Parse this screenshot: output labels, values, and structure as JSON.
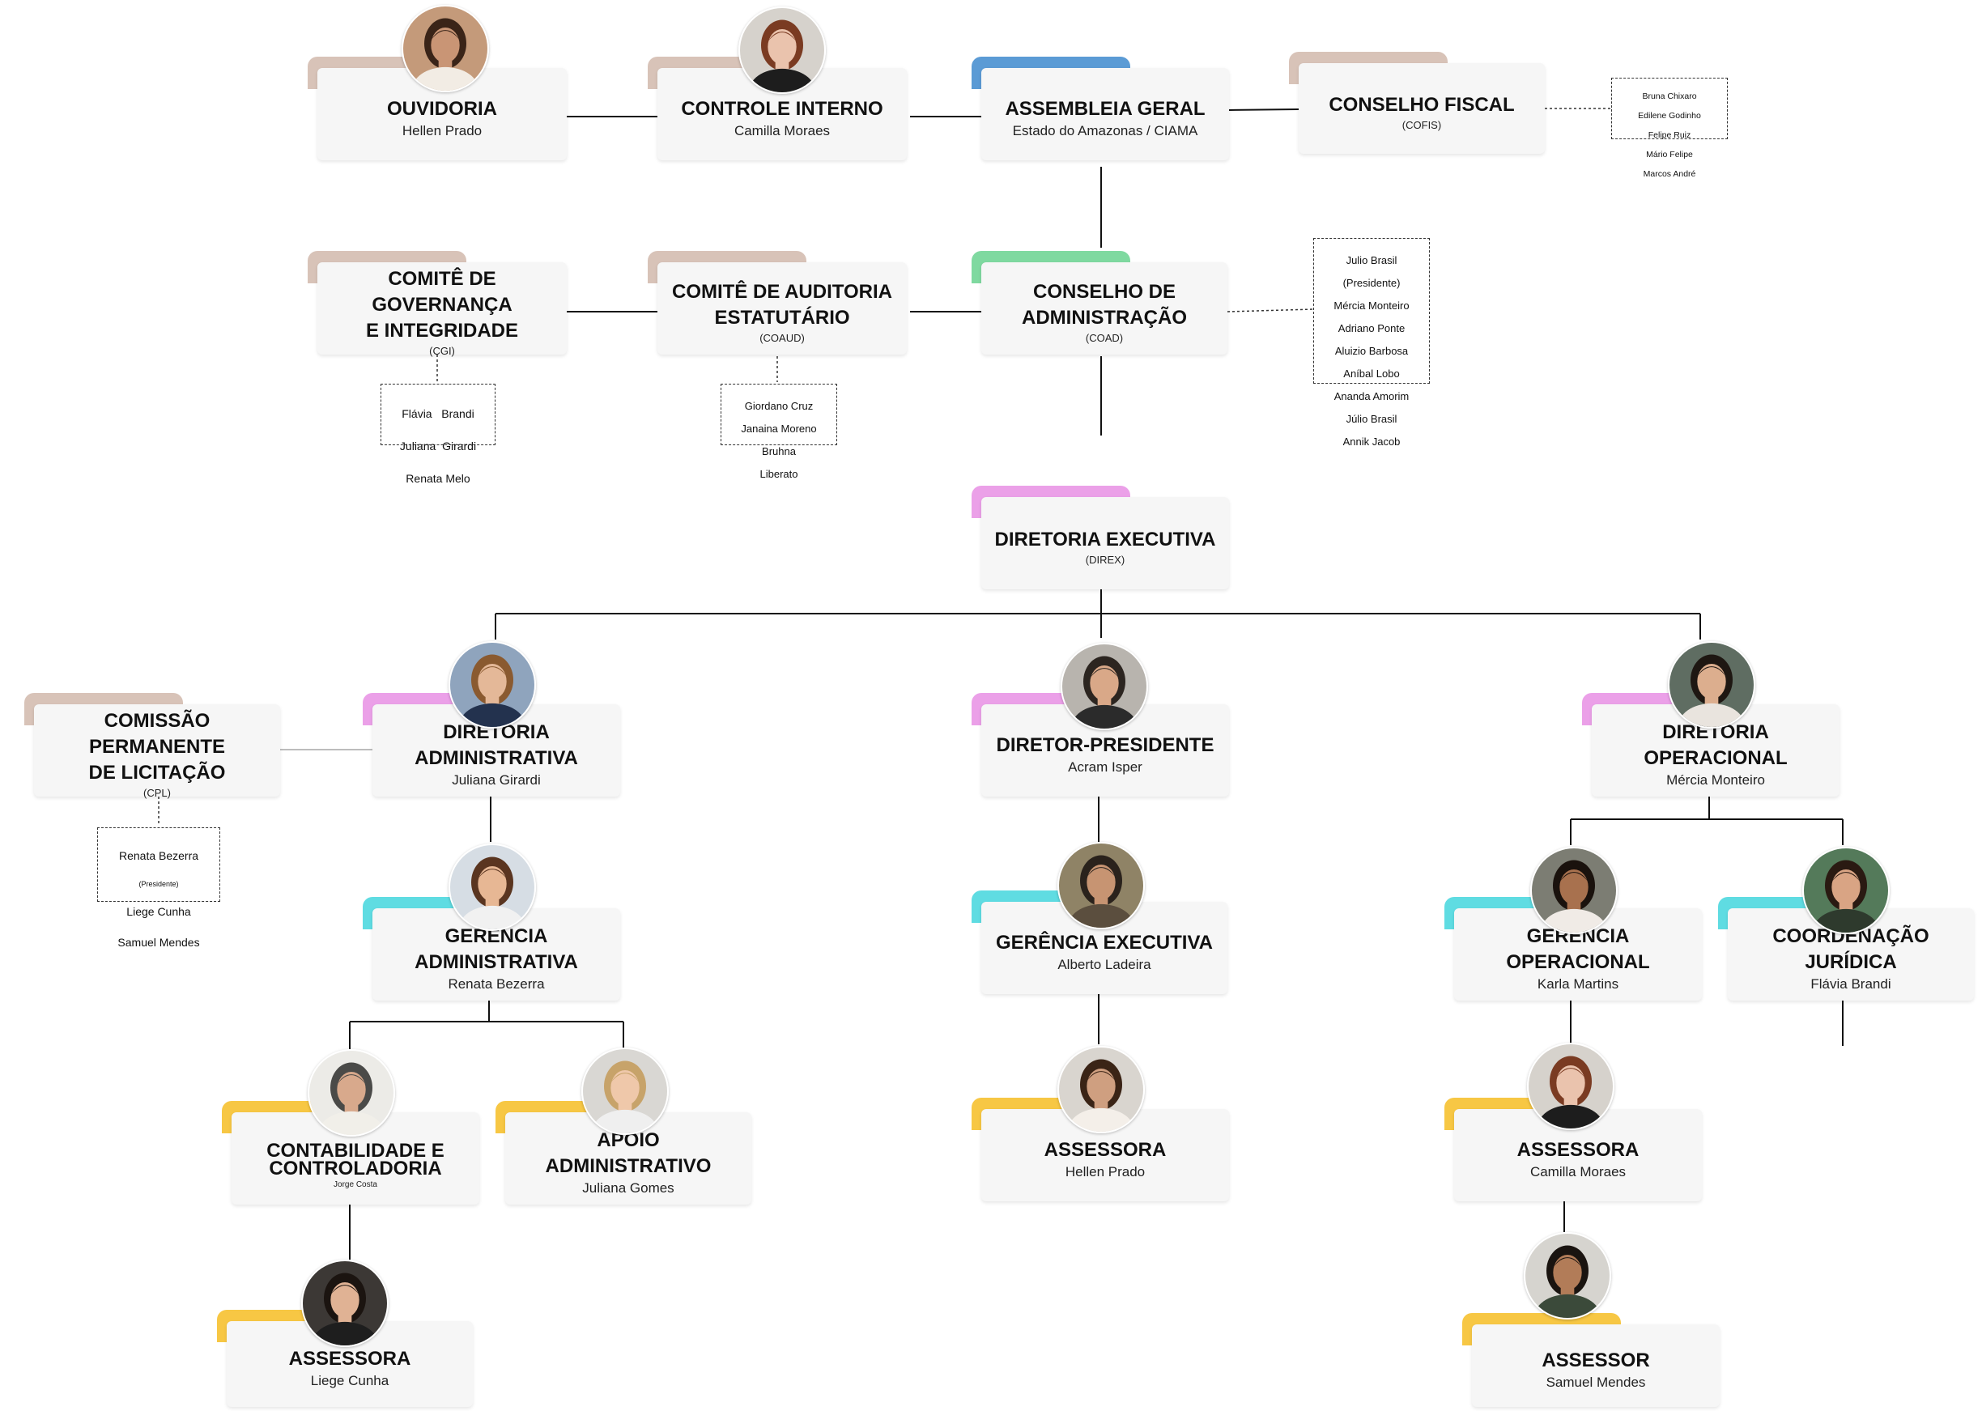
{
  "colors": {
    "taupe": "#d8c3b8",
    "blue": "#5b9bd5",
    "green": "#7fd9a0",
    "pink": "#eba0e8",
    "cyan": "#5fdce2",
    "yellow": "#f7c744",
    "line": "#111111"
  },
  "nodes": {
    "ouvidoria": {
      "title": "OUVIDORIA",
      "subtitle": "Hellen Prado"
    },
    "controle_interno": {
      "title": "CONTROLE INTERNO",
      "subtitle": "Camilla Moraes"
    },
    "assembleia_geral": {
      "title": "ASSEMBLEIA GERAL",
      "subtitle": "Estado do Amazonas / CIAMA"
    },
    "conselho_fiscal": {
      "title": "CONSELHO FISCAL",
      "subtitle": "(COFIS)"
    },
    "cgi": {
      "title": "COMITÊ DE GOVERNANÇA\nE INTEGRIDADE",
      "subtitle": "(CGI)"
    },
    "coaud": {
      "title": "COMITÊ DE AUDITORIA\nESTATUTÁRIO",
      "subtitle": "(COAUD)"
    },
    "coad": {
      "title": "CONSELHO DE\nADMINISTRAÇÃO",
      "subtitle": "(COAD)"
    },
    "direx": {
      "title": "DIRETORIA EXECUTIVA",
      "subtitle": "(DIREX)"
    },
    "cpl": {
      "title": "COMISSÃO PERMANENTE\nDE LICITAÇÃO",
      "subtitle": "(CPL)"
    },
    "dir_adm": {
      "title": "DIRETORIA\nADMINISTRATIVA",
      "subtitle": "Juliana Girardi"
    },
    "dir_pres": {
      "title": "DIRETOR-PRESIDENTE",
      "subtitle": "Acram Isper"
    },
    "dir_op": {
      "title": "DIRETORIA\nOPERACIONAL",
      "subtitle": "Mércia Monteiro"
    },
    "ger_adm": {
      "title": "GERÊNCIA\nADMINISTRATIVA",
      "subtitle": "Renata Bezerra"
    },
    "ger_exec": {
      "title": "GERÊNCIA EXECUTIVA",
      "subtitle": "Alberto Ladeira"
    },
    "ger_op": {
      "title": "GERÊNCIA\nOPERACIONAL",
      "subtitle": "Karla Martins"
    },
    "coord_jur": {
      "title": "COORDENAÇÃO\nJURÍDICA",
      "subtitle": "Flávia Brandi"
    },
    "contab": {
      "title": "CONTABILIDADE E\nCONTROLADORIA",
      "subtitle": "Jorge Costa"
    },
    "apoio_adm": {
      "title": "APOIO\nADMINISTRATIVO",
      "subtitle": "Juliana Gomes"
    },
    "assessora_exec": {
      "title": "ASSESSORA",
      "subtitle": "Hellen Prado"
    },
    "assessora_op": {
      "title": "ASSESSORA",
      "subtitle": "Camilla Moraes"
    },
    "assessora_contab": {
      "title": "ASSESSORA",
      "subtitle": "Liege Cunha"
    },
    "assessor_op": {
      "title": "ASSESSOR",
      "subtitle": "Samuel Mendes"
    }
  },
  "memos": {
    "cofis_members": [
      "Bruna Chixaro",
      "Edilene Godinho",
      "Felipe Ruiz",
      "Mário Felipe",
      "Marcos André"
    ],
    "coad_members": [
      "Julio Brasil",
      "(Presidente)",
      "Mércia Monteiro",
      "Adriano Ponte",
      "Aluizio Barbosa",
      "Aníbal Lobo",
      "Ananda Amorim",
      "Júlio Brasil",
      "Annik Jacob"
    ],
    "cgi_members": [
      "Flávia   Brandi",
      "Juliana  Girardi",
      "Renata Melo"
    ],
    "coaud_members": [
      "Giordano Cruz",
      "Janaina Moreno",
      "Bruhna",
      "Liberato"
    ],
    "cpl_members": {
      "first": "Renata Bezerra",
      "role": "(Presidente)",
      "rest": [
        "Liege Cunha",
        "Samuel Mendes"
      ]
    }
  },
  "avatars": {
    "ouvidoria": {
      "icon": "person-photo-icon",
      "skin": "#c99575",
      "hair": "#3a2418",
      "shirt": "#f2ece4",
      "bg": "#c49a7a"
    },
    "controle_interno": {
      "icon": "person-photo-icon",
      "skin": "#eac3ad",
      "hair": "#7a3b22",
      "shirt": "#1d1d1d",
      "bg": "#d6d2cc"
    },
    "dir_adm": {
      "icon": "person-photo-icon",
      "skin": "#e4b898",
      "hair": "#8a5a30",
      "shirt": "#23324e",
      "bg": "#8fa4bd"
    },
    "dir_pres": {
      "icon": "person-photo-icon",
      "skin": "#d9a888",
      "hair": "#2c2520",
      "shirt": "#2b2b2b",
      "bg": "#b8b4ae"
    },
    "dir_op": {
      "icon": "person-photo-icon",
      "skin": "#dcae8e",
      "hair": "#1e1712",
      "shirt": "#e9e4de",
      "bg": "#5f6d62"
    },
    "ger_adm": {
      "icon": "person-photo-icon",
      "skin": "#e7b794",
      "hair": "#5a3520",
      "shirt": "#f1f1f1",
      "bg": "#d6dde4"
    },
    "ger_exec": {
      "icon": "person-photo-icon",
      "skin": "#c79472",
      "hair": "#2a221c",
      "shirt": "#5b4e3e",
      "bg": "#8f8366"
    },
    "ger_op": {
      "icon": "person-photo-icon",
      "skin": "#a8714e",
      "hair": "#1a120d",
      "shirt": "#f0ebe6",
      "bg": "#7c7d73"
    },
    "coord_jur": {
      "icon": "person-photo-icon",
      "skin": "#d9a484",
      "hair": "#2a1a12",
      "shirt": "#2e3a2d",
      "bg": "#547a5a"
    },
    "contab": {
      "icon": "person-photo-icon",
      "skin": "#d8a98c",
      "hair": "#4a4a48",
      "shirt": "#f1efe9",
      "bg": "#ecebe7"
    },
    "apoio_adm": {
      "icon": "person-photo-icon",
      "skin": "#efc8aa",
      "hair": "#c7a36a",
      "shirt": "#efefef",
      "bg": "#d9d7d3"
    },
    "assessora_exec": {
      "icon": "person-photo-icon",
      "skin": "#cf9f80",
      "hair": "#3a2416",
      "shirt": "#f4efe9",
      "bg": "#d9d5cf"
    },
    "assessora_op": {
      "icon": "person-photo-icon",
      "skin": "#eac3ad",
      "hair": "#7a3b22",
      "shirt": "#1d1d1d",
      "bg": "#d6d2cc"
    },
    "assessora_contab": {
      "icon": "person-photo-icon",
      "skin": "#e0b294",
      "hair": "#1b1410",
      "shirt": "#1e1e1e",
      "bg": "#3c3835"
    },
    "assessor_op": {
      "icon": "person-photo-icon",
      "skin": "#b27c58",
      "hair": "#1a1410",
      "shirt": "#3b4a3a",
      "bg": "#d6d4cf"
    }
  }
}
